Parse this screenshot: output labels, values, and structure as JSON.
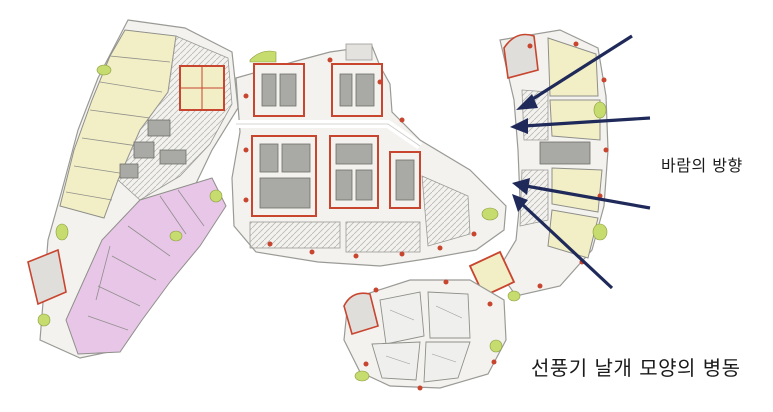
{
  "labels": {
    "wind_direction": "바람의 방향",
    "ward_shape": "선풍기 날개 모양의 병동"
  },
  "colors": {
    "floor": "#f3f2ee",
    "outline": "#9a9a96",
    "wall": "#6e6e6a",
    "room_gray": "#a9a9a5",
    "core_red": "#c8452f",
    "yellow_rooms": "#f2efc6",
    "pink_rooms": "#e8c6e8",
    "green_accent": "#c6dc6e",
    "arrow": "#1f2a5a"
  },
  "icons": {
    "arrow": "navy-arrow"
  }
}
